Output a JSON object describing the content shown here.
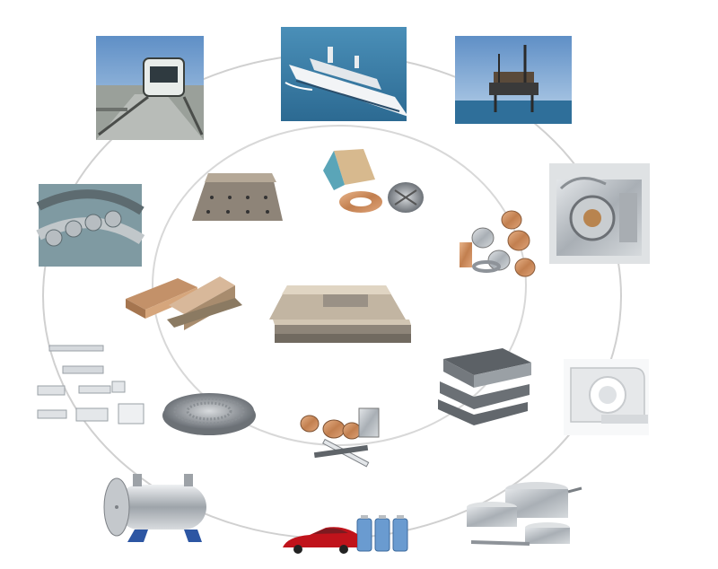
{
  "outer_ring": {
    "items": [
      {
        "id": "monorail-train",
        "icon": "monorail-icon"
      },
      {
        "id": "cruise-ship",
        "icon": "ship-icon"
      },
      {
        "id": "offshore-oil-platform",
        "icon": "oil-rig-icon"
      },
      {
        "id": "vacuum-machinery",
        "icon": "machine-icon"
      },
      {
        "id": "mri-scanner",
        "icon": "mri-icon"
      },
      {
        "id": "cookware-set",
        "icon": "cookware-icon"
      },
      {
        "id": "batteries",
        "icon": "battery-icon"
      },
      {
        "id": "red-car",
        "icon": "car-icon"
      },
      {
        "id": "heat-exchanger",
        "icon": "heat-exchanger-icon"
      },
      {
        "id": "electrical-fittings",
        "icon": "fitting-icon"
      },
      {
        "id": "slewing-bearing",
        "icon": "bearing-icon"
      }
    ]
  },
  "inner_ring": {
    "items": [
      {
        "id": "clad-plate-with-holes",
        "icon": "plate-icon"
      },
      {
        "id": "clad-block-and-discs",
        "icon": "block-icon"
      },
      {
        "id": "bimetal-rings",
        "icon": "ring-icon"
      },
      {
        "id": "stacked-slabs",
        "icon": "slab-icon"
      },
      {
        "id": "bimetal-sleeves-and-strips",
        "icon": "sleeve-icon"
      },
      {
        "id": "tube-sheet",
        "icon": "tube-sheet-icon"
      },
      {
        "id": "clad-blocks",
        "icon": "block-icon"
      }
    ]
  },
  "center": {
    "id": "layered-clad-plates",
    "icon": "layered-plate-icon"
  },
  "colors": {
    "ring": "#d0d0d0",
    "sky": "#5d8fc4",
    "sea": "#3d7fa8",
    "copper": "#c98a5c",
    "steel": "#8e9399",
    "steel_light": "#c7ccd1",
    "dark_slab": "#5c6166",
    "car_red": "#c0131b",
    "battery_blue": "#6a9bd0"
  }
}
